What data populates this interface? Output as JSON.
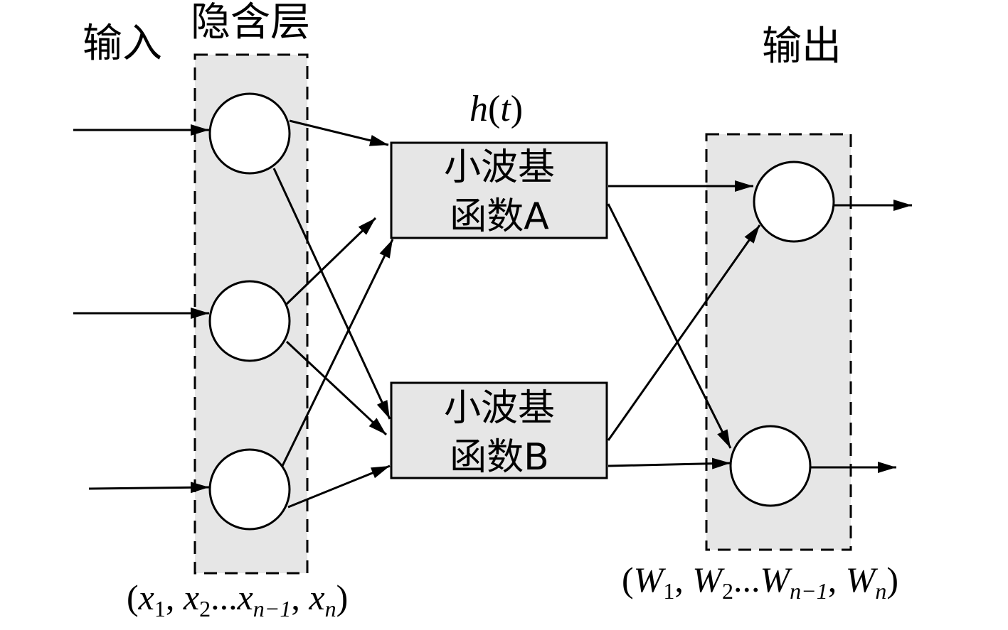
{
  "labels": {
    "input": "输入",
    "hidden_layer": "隐含层",
    "output": "输出",
    "function_label": {
      "main": "h",
      "open": "(",
      "var": "t",
      "close": ")"
    }
  },
  "boxes": {
    "a": {
      "line1": "小波基",
      "line2": "函数A"
    },
    "b": {
      "line1": "小波基",
      "line2": "函数B"
    }
  },
  "formulas": {
    "inputs": {
      "open": "(",
      "x": "x",
      "sub1": "1",
      "comma1": ", ",
      "sub2": "2",
      "ellipsis": "...",
      "subn1": "n−1",
      "comma2": ", ",
      "subn": "n",
      "close": ")"
    },
    "outputs": {
      "open": "(",
      "w": "W",
      "sub1": "1",
      "comma1": ", ",
      "sub2": "2",
      "ellipsis": "...",
      "subn1": "n−1",
      "comma2": ", ",
      "subn": "n",
      "close": ")"
    }
  },
  "colors": {
    "layer_fill": "#e6e6e6",
    "stroke": "#000000",
    "node_fill": "#ffffff"
  }
}
